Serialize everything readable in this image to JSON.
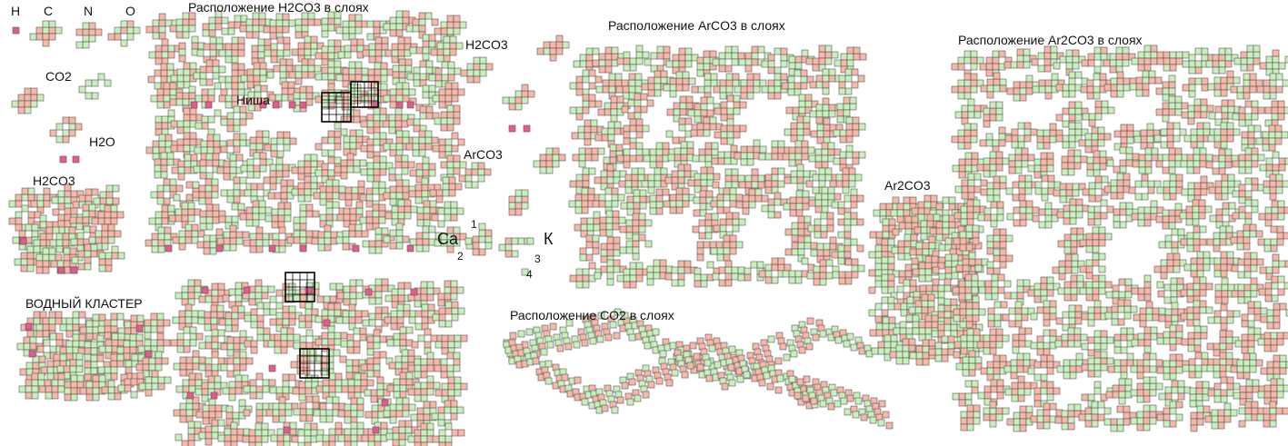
{
  "labels": {
    "h": "H",
    "c": "C",
    "n": "N",
    "o": "O",
    "co2": "CO2",
    "h2o": "H2O",
    "h2co3_left": "H2CO3",
    "vodny": "ВОДНЫЙ КЛАСТЕР",
    "title_h2co3": "Расположение H2CO3  в слоях",
    "nisha": "Ниша",
    "h2co3_mid": "H2CO3",
    "arco3_mid": "ArCO3",
    "ca": "Ca",
    "k": "К",
    "n1": "1",
    "n2": "2",
    "n3": "3",
    "n4": "4",
    "title_arco3": "Расположение  ArCO3 в слоях",
    "title_co2": "Расположение      CO2 в слоях",
    "ar2co3": "Ar2CO3",
    "title_ar2co3": "Расположение Ar2CO3 в слоях"
  },
  "colors": {
    "green": "#c9efbd",
    "salmon": "#f6b8a8",
    "pink": "#e85a8a",
    "outline": "#555555",
    "highlight": "#000000"
  }
}
